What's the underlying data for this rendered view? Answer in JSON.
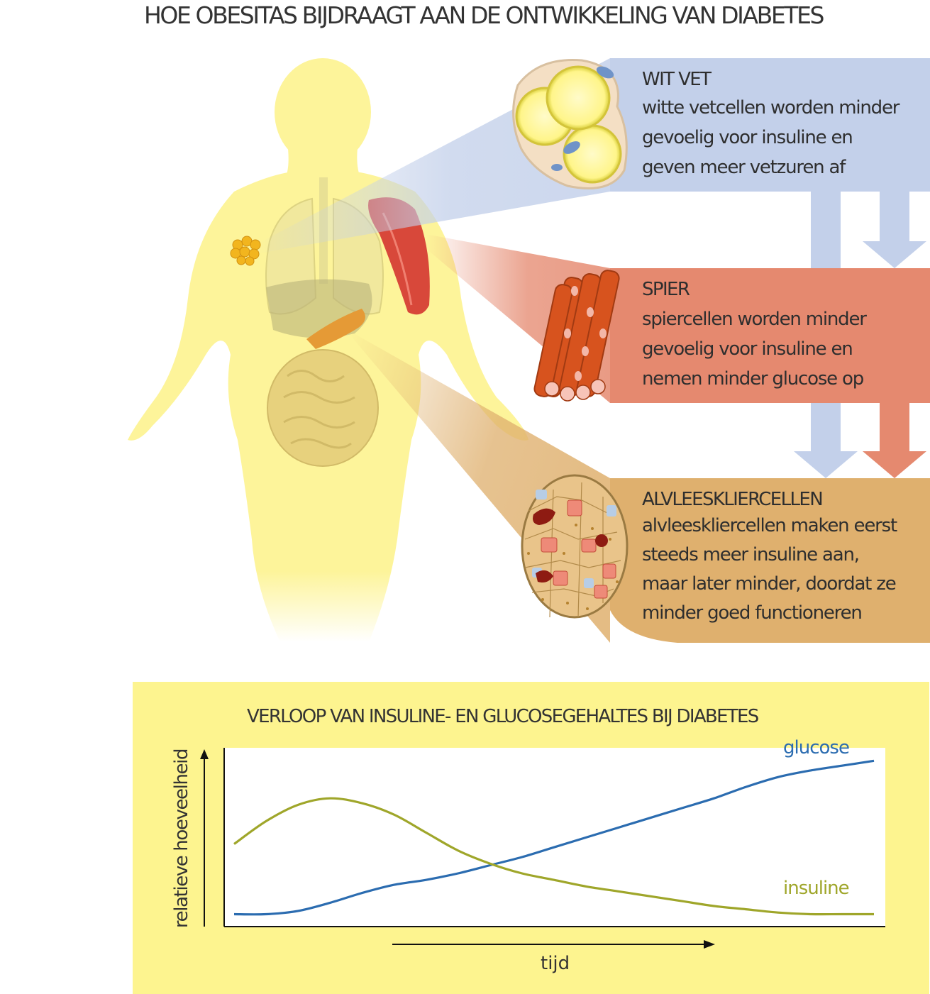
{
  "title": "HOE OBESITAS BIJDRAAGT AAN DE ONTWIKKELING VAN DIABETES",
  "panels": [
    {
      "heading": "WIT VET",
      "lines": [
        "witte vetcellen worden minder",
        "gevoelig voor insuline en",
        "geven meer vetzuren af"
      ],
      "color": "#c3d0ea"
    },
    {
      "heading": "SPIER",
      "lines": [
        "spiercellen worden minder",
        "gevoelig voor insuline en",
        "nemen minder glucose op"
      ],
      "color": "#e5896f"
    },
    {
      "heading": "ALVLEESKLIERCELLEN",
      "lines": [
        "alvleeskliercellen maken eerst",
        "steeds meer insuline aan,",
        "maar later minder, doordat ze",
        "minder goed functioneren"
      ],
      "color": "#dfb06e"
    }
  ],
  "colors": {
    "body": "#fdf49a",
    "chart_background": "#fdf48f",
    "glucose": "#2b6cb0",
    "insuline": "#9fa62a"
  },
  "chart_data": {
    "type": "line",
    "title": "VERLOOP VAN INSULINE- EN GLUCOSEGEHALTES BIJ DIABETES",
    "xlabel": "tijd",
    "ylabel": "relatieve hoeveelheid",
    "xlim": [
      0,
      10
    ],
    "ylim": [
      0,
      10
    ],
    "grid": false,
    "x": [
      0,
      0.5,
      1,
      1.5,
      2,
      2.5,
      3,
      3.5,
      4,
      4.5,
      5,
      5.5,
      6,
      6.5,
      7,
      7.5,
      8,
      8.5,
      9,
      9.5,
      10
    ],
    "series": [
      {
        "name": "glucose",
        "color": "#2b6cb0",
        "values": [
          0.5,
          0.5,
          0.7,
          1.2,
          1.8,
          2.3,
          2.6,
          3.0,
          3.5,
          4.0,
          4.6,
          5.2,
          5.8,
          6.4,
          7.0,
          7.6,
          8.3,
          8.9,
          9.3,
          9.6,
          9.9
        ]
      },
      {
        "name": "insuline",
        "color": "#9fa62a",
        "values": [
          4.8,
          6.2,
          7.2,
          7.6,
          7.3,
          6.6,
          5.5,
          4.4,
          3.6,
          3.0,
          2.6,
          2.2,
          1.9,
          1.6,
          1.3,
          1.0,
          0.8,
          0.6,
          0.5,
          0.5,
          0.5
        ]
      }
    ]
  }
}
